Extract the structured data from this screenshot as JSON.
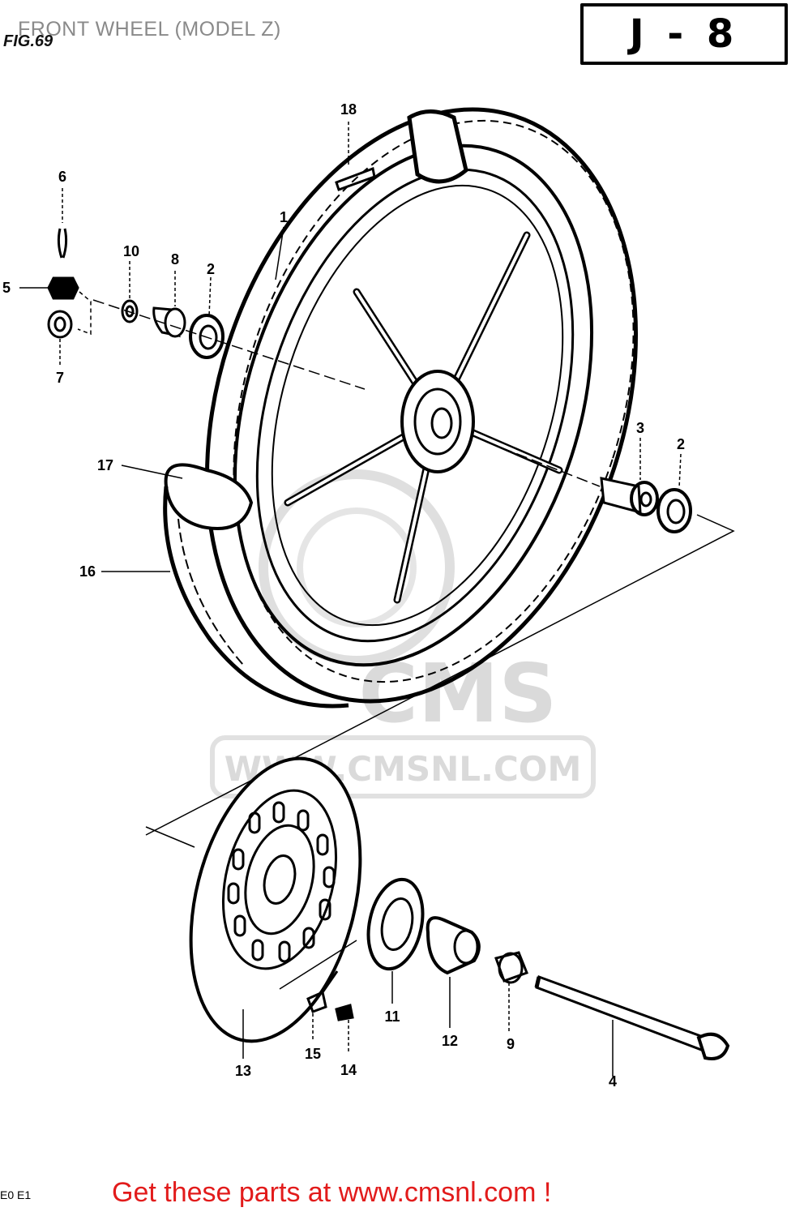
{
  "header": {
    "title": "FRONT WHEEL (MODEL Z)",
    "fig_label": "FIG.69",
    "page_code": "J - 8"
  },
  "watermark": {
    "brand": "CMS",
    "url": "WWW.CMSNL.COM"
  },
  "callouts": [
    "18",
    "6",
    "1",
    "10",
    "8",
    "2",
    "5",
    "7",
    "3",
    "2",
    "17",
    "16",
    "13",
    "15",
    "14",
    "11",
    "12",
    "9",
    "4"
  ],
  "footer": {
    "code": "E0 E1",
    "link_text": "Get these parts at www.cmsnl.com !"
  }
}
